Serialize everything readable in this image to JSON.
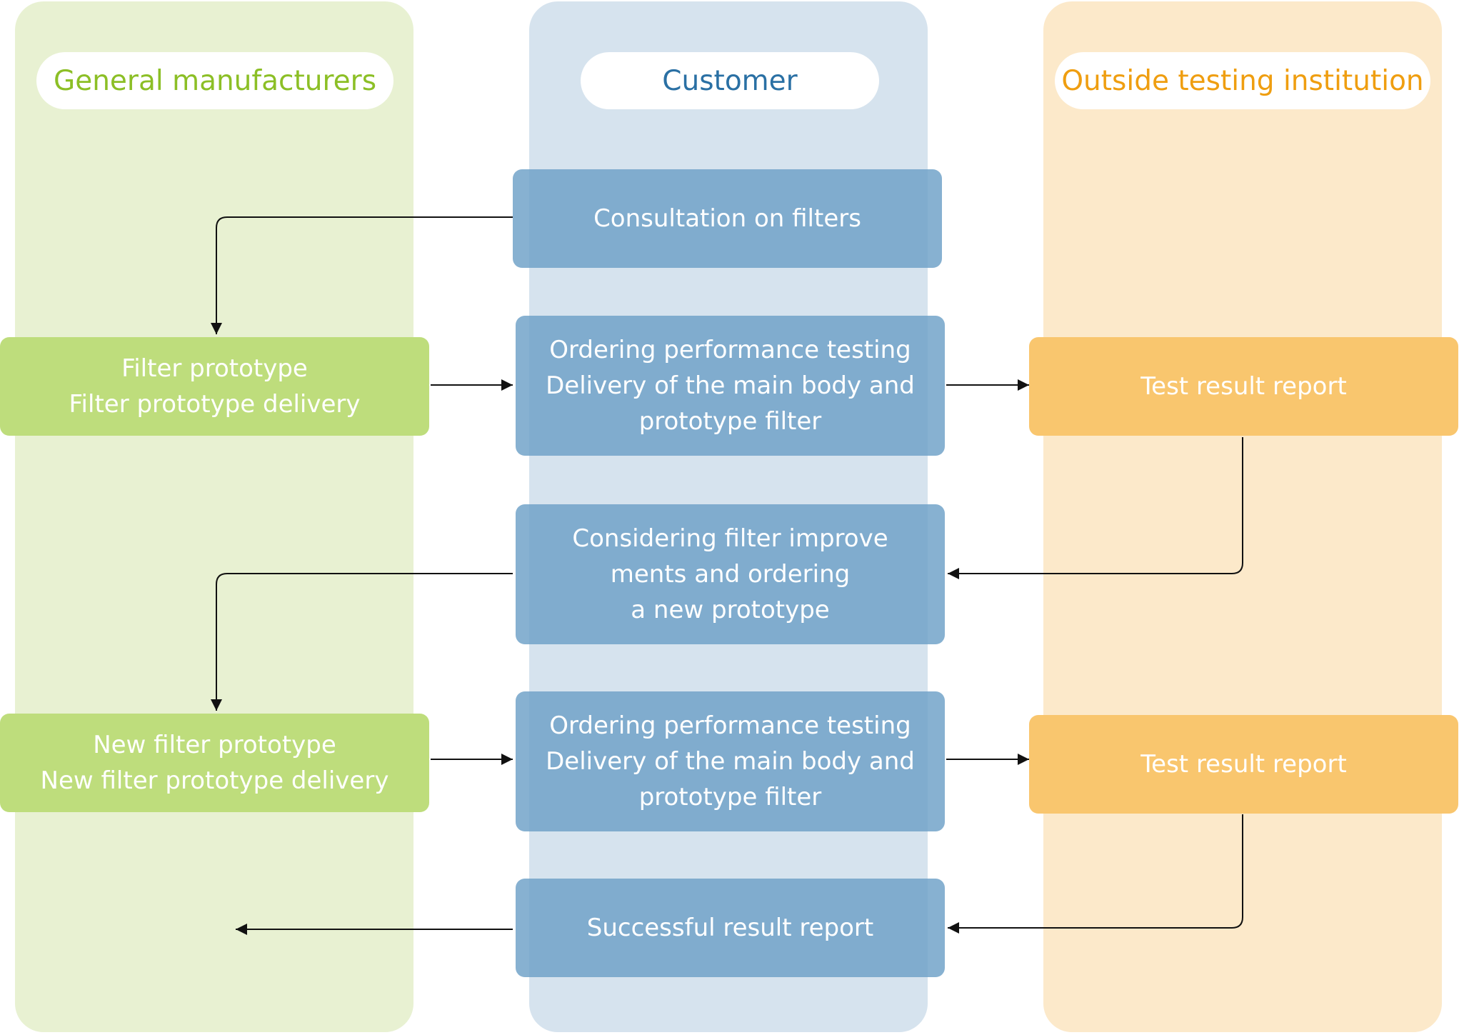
{
  "lanes": {
    "manufacturers": {
      "title": "General manufacturers",
      "color": "#8cbf26"
    },
    "customer": {
      "title": "Customer",
      "color": "#2a70a4"
    },
    "testing": {
      "title": "Outside testing institution",
      "color": "#ef9e10"
    }
  },
  "customer_steps": {
    "consult": {
      "lines": [
        "Consultation on filters"
      ]
    },
    "order1": {
      "lines": [
        "Ordering performance testing",
        "Delivery of the main body and",
        "prototype filter"
      ]
    },
    "consider": {
      "lines": [
        "Considering filter improve",
        "ments and ordering",
        "a new prototype"
      ]
    },
    "order2": {
      "lines": [
        "Ordering performance testing",
        "Delivery of the main body and",
        "prototype filter"
      ]
    },
    "success": {
      "lines": [
        "Successful result report"
      ]
    }
  },
  "manufacturer_steps": {
    "proto1": {
      "lines": [
        "Filter prototype",
        "Filter prototype delivery"
      ]
    },
    "proto2": {
      "lines": [
        "New filter prototype",
        "New filter prototype delivery"
      ]
    }
  },
  "testing_steps": {
    "report1": {
      "lines": [
        "Test result report"
      ]
    },
    "report2": {
      "lines": [
        "Test result report"
      ]
    }
  }
}
